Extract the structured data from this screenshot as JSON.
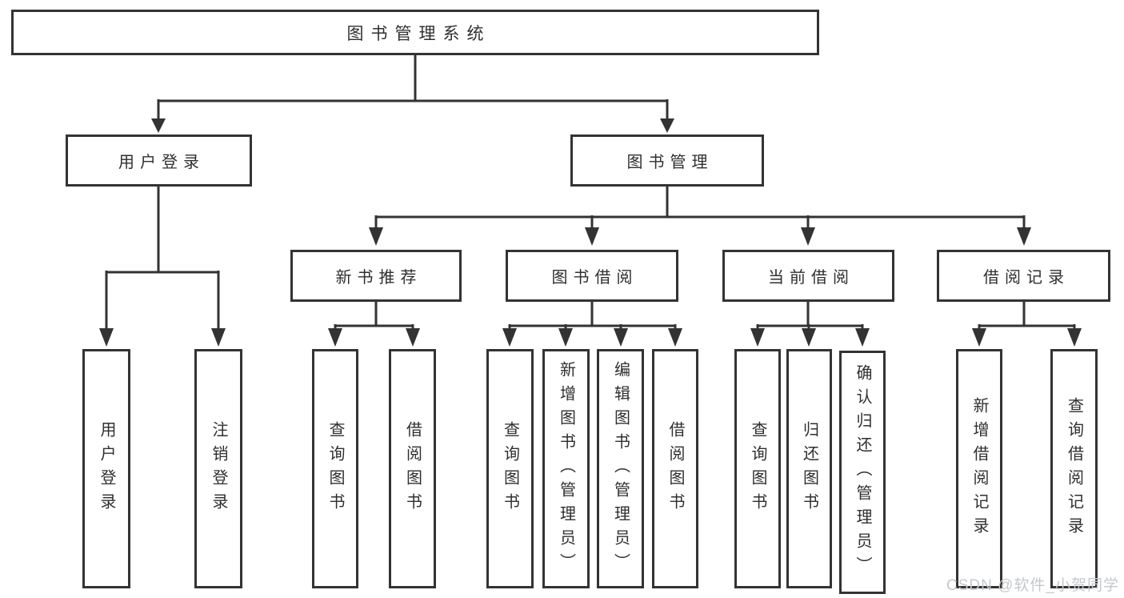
{
  "nodes": {
    "root": "图书管理系统",
    "user_login": "用户登录",
    "book_mgmt": "图书管理",
    "new_books": "新书推荐",
    "book_borrowing": "图书借阅",
    "current_borrowing": "当前借阅",
    "borrowing_records": "借阅记录",
    "ul_user_login": "用户登录",
    "ul_logout": "注销登录",
    "nb_query_books": "查询图书",
    "nb_borrow_books": "借阅图书",
    "bb_query_books": "查询图书",
    "bb_add_books": "新增图书（管理员）",
    "bb_edit_books": "编辑图书（管理员）",
    "bb_borrow_books": "借阅图书",
    "cb_query_books": "查询图书",
    "cb_return_books": "归还图书",
    "cb_confirm_return": "确认归还（管理员）",
    "br_add_record": "新增借阅记录",
    "br_query_record": "查询借阅记录"
  },
  "hierarchy": {
    "图书管理系统": {
      "用户登录": [
        "用户登录",
        "注销登录"
      ],
      "图书管理": {
        "新书推荐": [
          "查询图书",
          "借阅图书"
        ],
        "图书借阅": [
          "查询图书",
          "新增图书（管理员）",
          "编辑图书（管理员）",
          "借阅图书"
        ],
        "当前借阅": [
          "查询图书",
          "归还图书",
          "确认归还（管理员）"
        ],
        "借阅记录": [
          "新增借阅记录",
          "查询借阅记录"
        ]
      }
    }
  },
  "watermark": "CSDN @软件_小贺同学",
  "colors": {
    "line": "#333333",
    "box_border": "#333333",
    "box_fill": "#ffffff",
    "text": "#2f2f2f",
    "watermark": "#c5c8cb"
  }
}
